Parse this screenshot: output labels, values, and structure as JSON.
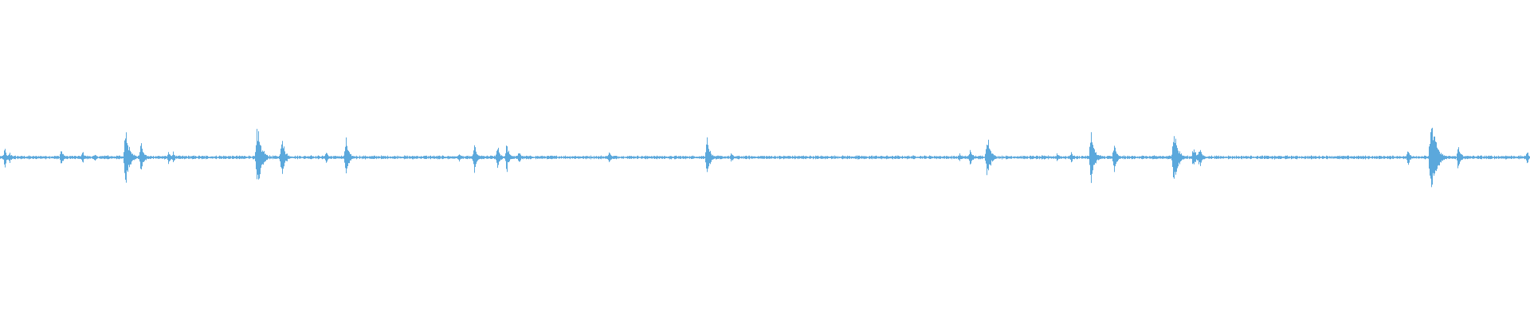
{
  "waveform": {
    "color": "#5ba8dc",
    "baseline_amplitude": 0.012,
    "bursts": [
      {
        "t": 0.003,
        "a": 0.08
      },
      {
        "t": 0.006,
        "a": 0.05
      },
      {
        "t": 0.04,
        "a": 0.07
      },
      {
        "t": 0.054,
        "a": 0.05
      },
      {
        "t": 0.062,
        "a": 0.03
      },
      {
        "t": 0.07,
        "a": 0.025
      },
      {
        "t": 0.082,
        "a": 0.26
      },
      {
        "t": 0.092,
        "a": 0.14
      },
      {
        "t": 0.11,
        "a": 0.06
      },
      {
        "t": 0.113,
        "a": 0.05
      },
      {
        "t": 0.168,
        "a": 0.28
      },
      {
        "t": 0.184,
        "a": 0.18
      },
      {
        "t": 0.203,
        "a": 0.03
      },
      {
        "t": 0.213,
        "a": 0.05
      },
      {
        "t": 0.226,
        "a": 0.15
      },
      {
        "t": 0.3,
        "a": 0.03
      },
      {
        "t": 0.31,
        "a": 0.12
      },
      {
        "t": 0.325,
        "a": 0.1
      },
      {
        "t": 0.331,
        "a": 0.12
      },
      {
        "t": 0.339,
        "a": 0.06
      },
      {
        "t": 0.398,
        "a": 0.05
      },
      {
        "t": 0.462,
        "a": 0.16
      },
      {
        "t": 0.478,
        "a": 0.04
      },
      {
        "t": 0.627,
        "a": 0.04
      },
      {
        "t": 0.634,
        "a": 0.07
      },
      {
        "t": 0.645,
        "a": 0.2
      },
      {
        "t": 0.691,
        "a": 0.04
      },
      {
        "t": 0.7,
        "a": 0.05
      },
      {
        "t": 0.713,
        "a": 0.22
      },
      {
        "t": 0.728,
        "a": 0.12
      },
      {
        "t": 0.767,
        "a": 0.26
      },
      {
        "t": 0.78,
        "a": 0.1
      },
      {
        "t": 0.784,
        "a": 0.09
      },
      {
        "t": 0.92,
        "a": 0.07
      },
      {
        "t": 0.935,
        "a": 0.38
      },
      {
        "t": 0.953,
        "a": 0.11
      },
      {
        "t": 0.984,
        "a": 0.02
      },
      {
        "t": 0.998,
        "a": 0.05
      }
    ]
  }
}
